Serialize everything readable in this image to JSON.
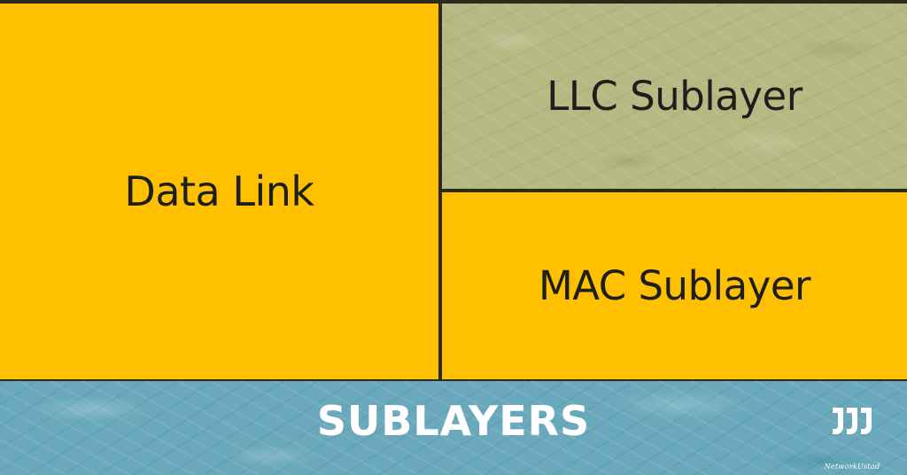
{
  "diagram": {
    "data_link_label": "Data Link",
    "llc_label": "LLC Sublayer",
    "mac_label": "MAC Sublayer"
  },
  "footer": {
    "title": "SUBLAYERS",
    "logo_text": "NetworkUstad"
  },
  "colors": {
    "data_link": "#ffc000",
    "mac": "#ffc000",
    "llc": "#b6b982",
    "footer": "#6aa9bc",
    "text": "#1e1e1e"
  }
}
